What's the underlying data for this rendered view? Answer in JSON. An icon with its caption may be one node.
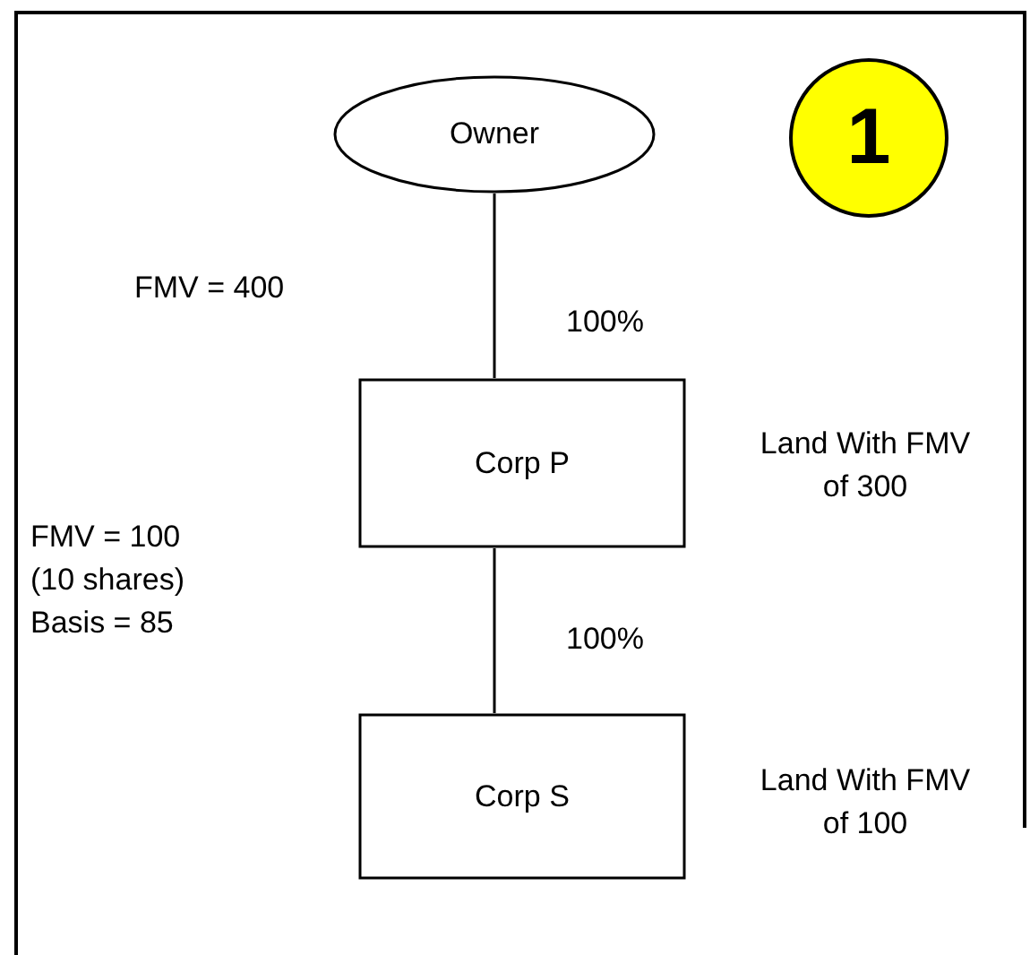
{
  "diagram": {
    "nodes": [
      {
        "text": [
          "Owner"
        ]
      },
      {
        "text": [
          "1"
        ]
      },
      {
        "text": [
          "Corp P"
        ],
        "beside": [
          "Land With FMV of 300"
        ]
      },
      {
        "text": [
          "Corp S"
        ],
        "beside": [
          "Land With FMV of 100"
        ]
      }
    ],
    "edges": [
      {
        "from": 0,
        "to": 2,
        "arrow": "none"
      },
      {
        "from": 2,
        "to": 3,
        "arrow": "none"
      }
    ],
    "labels": [
      "FMV = 400",
      "100%",
      "FMV = 100 (10 shares) Basis = 85",
      "100%"
    ]
  }
}
